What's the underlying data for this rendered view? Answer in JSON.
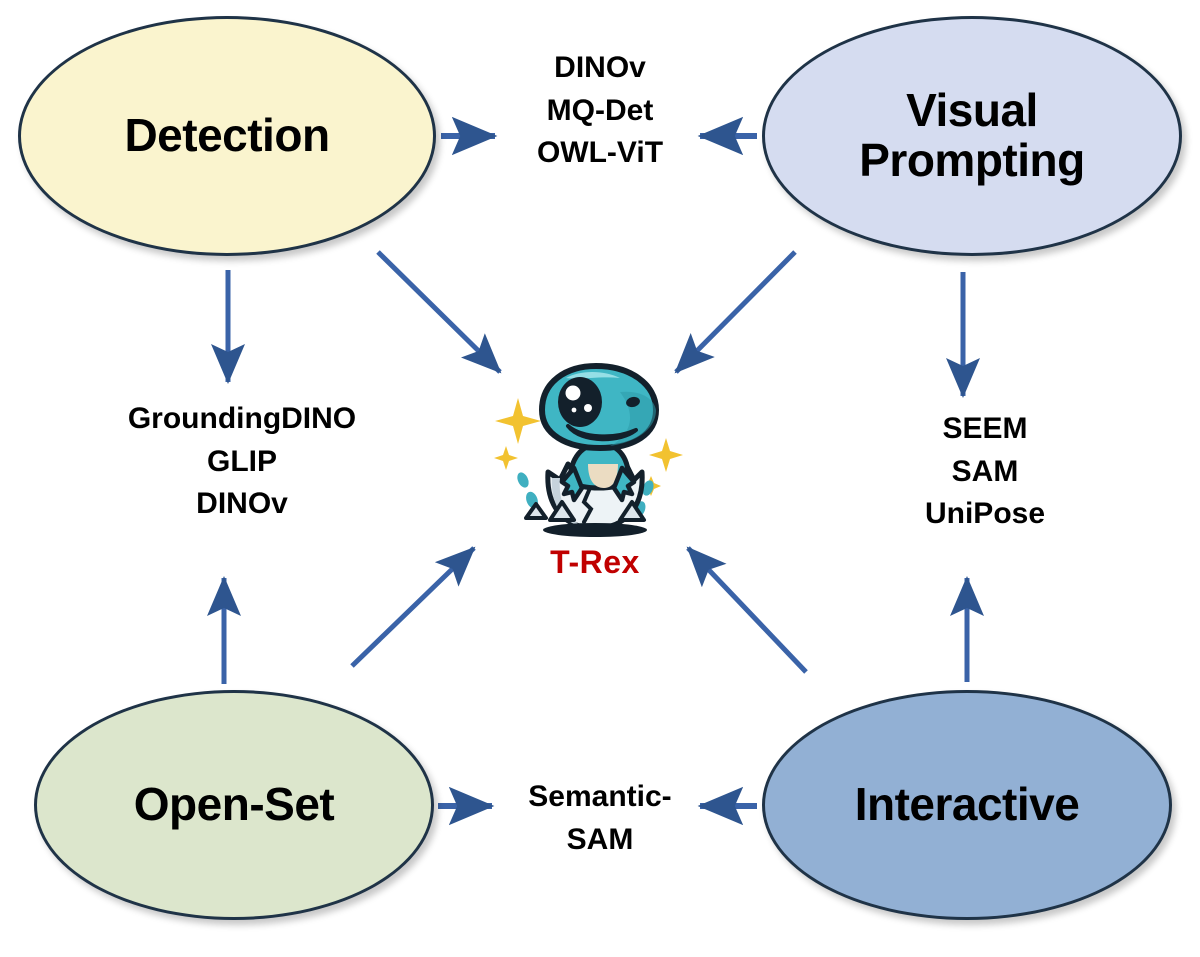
{
  "diagram": {
    "title": "T-Rex related work overview",
    "center": {
      "label": "T-Rex",
      "label_color": "#C00000",
      "icon": "baby-dinosaur-hatching-from-egg"
    },
    "accent_colors": {
      "arrow": "#3A63A8",
      "arrow_dark": "#2E558F",
      "node_border": "#1F3347",
      "center_label": "#C00000"
    },
    "nodes": [
      {
        "id": "detection",
        "label": "Detection",
        "fill": "#FAF4CE"
      },
      {
        "id": "visual_prompting",
        "label_line1": "Visual",
        "label_line2": "Prompting",
        "fill": "#D5DCF0"
      },
      {
        "id": "open_set",
        "label": "Open-Set",
        "fill": "#DCE6CC"
      },
      {
        "id": "interactive",
        "label": "Interactive",
        "fill": "#92B0D4"
      }
    ],
    "lists": {
      "top": {
        "lines": [
          "DINOv",
          "MQ-Det",
          "OWL-ViT"
        ]
      },
      "left": {
        "lines": [
          "GroundingDINO",
          "GLIP",
          "DINOv"
        ]
      },
      "right": {
        "lines": [
          "SEEM",
          "SAM",
          "UniPose"
        ]
      },
      "bottom": {
        "lines": [
          "Semantic-",
          "SAM"
        ]
      }
    }
  }
}
